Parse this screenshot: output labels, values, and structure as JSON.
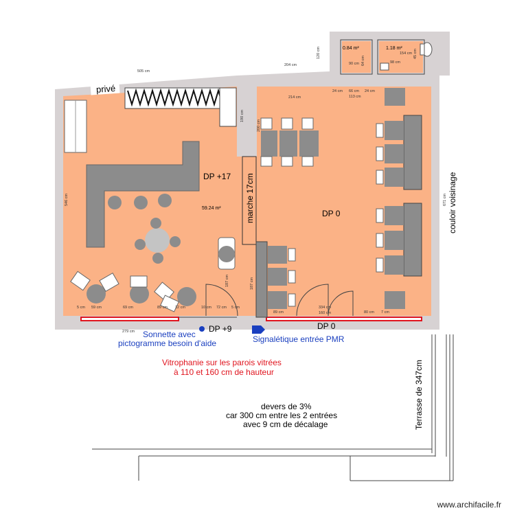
{
  "labels": {
    "prive": "privé",
    "dp17": "DP +17",
    "dp0_main": "DP 0",
    "dp0_entry": "DP 0",
    "dp9": "DP +9",
    "marche": "marche 17cm",
    "couloir": "couloir voisinage",
    "area_main": "59.24 m²",
    "area_wc1": "0.84 m²",
    "area_wc2": "1.18 m²",
    "sonnette_1": "Sonnette avec",
    "sonnette_2": "pictogramme besoin d'aide",
    "pmr": "Signalétique entrée PMR",
    "vitro_1": "Vitrophanie sur les parois vitrées",
    "vitro_2": "à 110 et 160 cm de hauteur",
    "devers_1": "devers de 3%",
    "devers_2": "car 300 cm  entre les 2 entrées",
    "devers_3": "avec 9 cm de décalage",
    "terrasse": "Terrasse de 347cm",
    "watermark": "www.archifacile.fr"
  },
  "dimensions": {
    "d505": "505 cm",
    "d204": "204 cm",
    "d120": "120 cm",
    "d214": "214 cm",
    "d24a": "24 cm",
    "d66": "66 cm",
    "d24b": "24 cm",
    "d113": "113 cm",
    "d190": "190 cm",
    "d200": "200 cm",
    "d546": "546 cm",
    "d671": "671 cm",
    "d187a": "187 cm",
    "d187b": "187 cm",
    "d5a": "5 cm",
    "d59": "59 cm",
    "d69": "69 cm",
    "d89": "89 cm",
    "d12": "12 cm",
    "d10": "10 cm",
    "d72": "72 cm",
    "d5b": "5 cm",
    "d279": "279 cm",
    "d89b": "89 cm",
    "d334": "334 cm",
    "d160": "160 cm",
    "d80": "80 cm",
    "d7": "7 cm",
    "d90": "90 cm",
    "d98": "98 cm",
    "d154": "154 cm",
    "d64": "64 cm",
    "d45": "45 cm"
  },
  "colors": {
    "floor": "#fbb286",
    "wall": "#d7d2d3",
    "furniture": "#8c8c8c",
    "furniture_dark": "#6f6f6f",
    "blue_text": "#1a3fbf",
    "red_text": "#e0141e",
    "wc_floor": "#fbb286"
  },
  "icons": {
    "doorbell": "blue-dot-icon",
    "pmr_sign": "pmr-arrow-icon",
    "toilet": "toilet-icon",
    "sink": "sink-icon"
  }
}
